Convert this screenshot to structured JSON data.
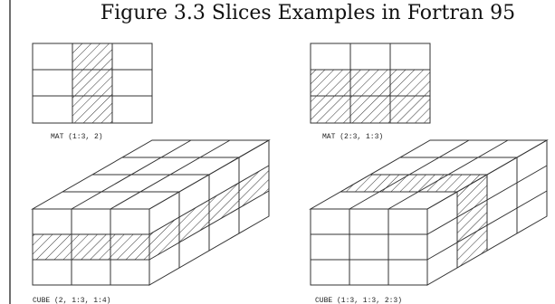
{
  "title": "Figure 3.3 Slices Examples in Fortran 95",
  "panels": [
    {
      "caption": "MAT (1:3, 2)"
    },
    {
      "caption": "MAT (2:3, 1:3)"
    },
    {
      "caption": "CUBE (2, 1:3, 1:4)"
    },
    {
      "caption": "CUBE (1:3, 1:3, 2:3)"
    }
  ]
}
